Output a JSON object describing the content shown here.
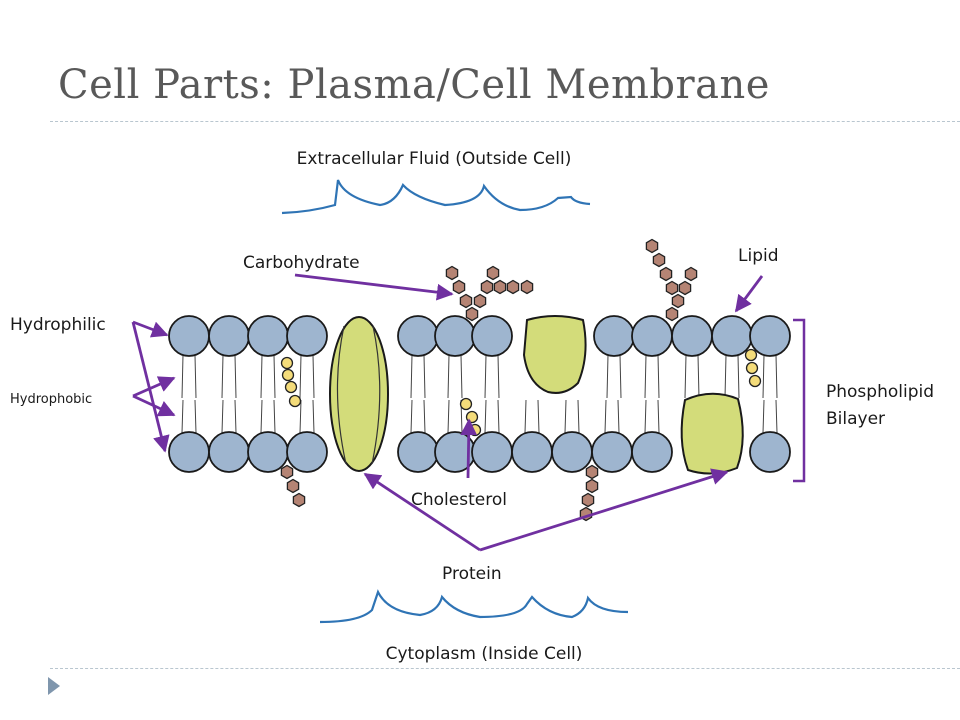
{
  "slide": {
    "title": "Cell Parts: Plasma/Cell Membrane"
  },
  "diagram": {
    "labels": {
      "extracellular": "Extracellular Fluid (Outside Cell)",
      "cytoplasm": "Cytoplasm (Inside Cell)",
      "carbohydrate": "Carbohydrate",
      "lipid": "Lipid",
      "hydrophilic": "Hydrophilic",
      "hydrophobic": "Hydrophobic",
      "phospholipid_line1": "Phospholipid",
      "phospholipid_line2": "Bilayer",
      "cholesterol": "Cholesterol",
      "protein": "Protein"
    },
    "colors": {
      "phospholipid_head": "#9eb5cf",
      "protein": "#d3dc7a",
      "carbohydrate_unit": "#b58474",
      "cholesterol": "#f4dc7a",
      "arrow": "#7030a0",
      "fluid_line": "#2f74b5"
    }
  }
}
